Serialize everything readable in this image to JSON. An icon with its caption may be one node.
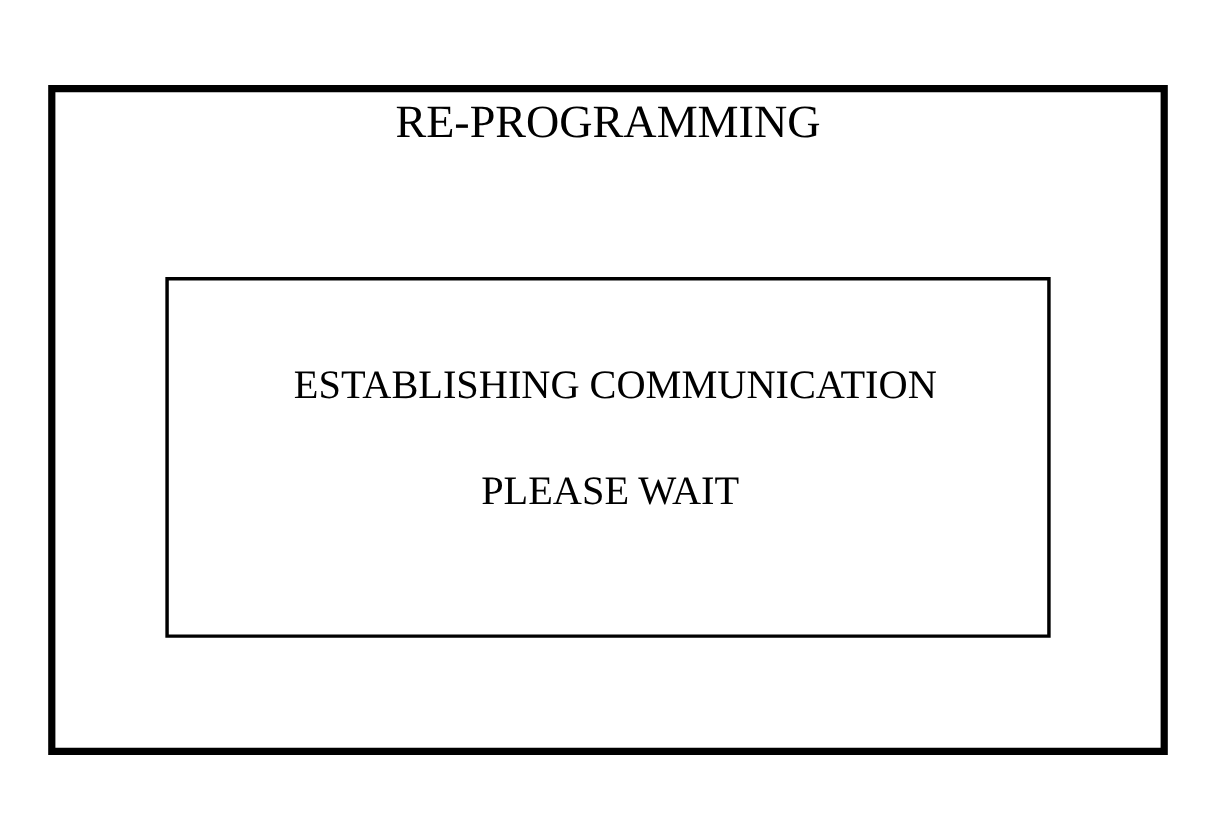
{
  "diagram": {
    "nodes": [
      {
        "text": [
          "RE-PROGRAMMING"
        ]
      },
      {
        "text": [
          "ESTABLISHING COMMUNICATION",
          "PLEASE WAIT"
        ],
        "in": 0
      }
    ],
    "edges": []
  }
}
